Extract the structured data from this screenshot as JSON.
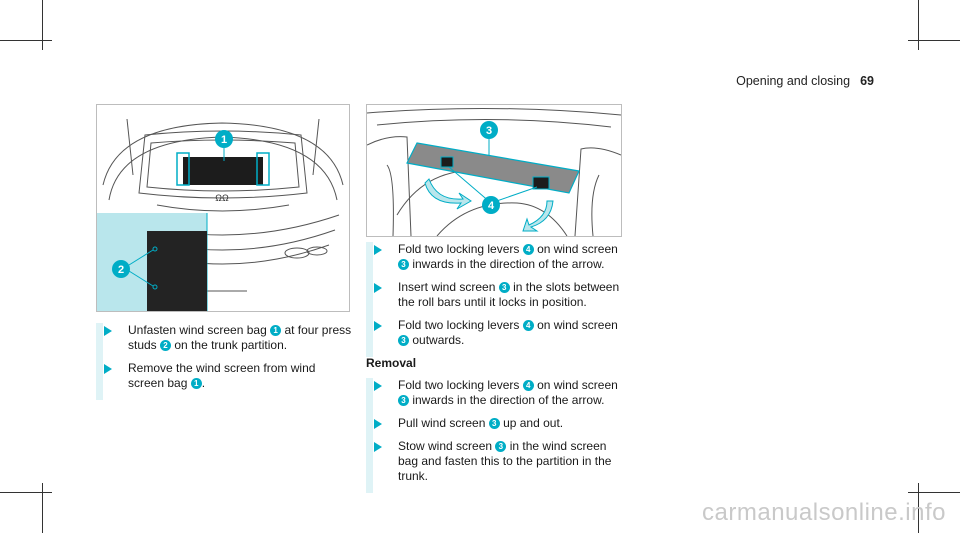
{
  "header": {
    "title": "Opening and closing",
    "page_number": "69"
  },
  "left": {
    "step1": {
      "a": "Unfasten wind screen bag",
      "n1": "1",
      "b": "at four press studs",
      "n2": "2",
      "c": "on the trunk partition."
    },
    "step2": {
      "a": "Remove the wind screen from wind screen bag",
      "n1": "1",
      "b": "."
    }
  },
  "right": {
    "step1": {
      "a": "Fold two locking levers",
      "n1": "4",
      "b": "on wind screen",
      "n2": "3",
      "c": "inwards in the direction of the arrow."
    },
    "step2": {
      "a": "Insert wind screen",
      "n1": "3",
      "b": "in the slots between the roll bars until it locks in position."
    },
    "step3": {
      "a": "Fold two locking levers",
      "n1": "4",
      "b": "on wind screen",
      "n2": "3",
      "c": "outwards."
    },
    "removal_heading": "Removal",
    "step4": {
      "a": "Fold two locking levers",
      "n1": "4",
      "b": "on wind screen",
      "n2": "3",
      "c": "inwards in the direction of the arrow."
    },
    "step5": {
      "a": "Pull wind screen",
      "n1": "3",
      "b": "up and out."
    },
    "step6": {
      "a": "Stow wind screen",
      "n1": "3",
      "b": "in the wind screen bag and fasten this to the partition in the trunk."
    }
  },
  "figures": {
    "fig1": {
      "labels": [
        "1",
        "2"
      ]
    },
    "fig2": {
      "labels": [
        "3",
        "4"
      ]
    }
  },
  "watermark": "carmanualsonline.info",
  "colors": {
    "accent": "#00adc6",
    "light_accent": "#dff3f6",
    "panel": "#b9e6ec"
  }
}
